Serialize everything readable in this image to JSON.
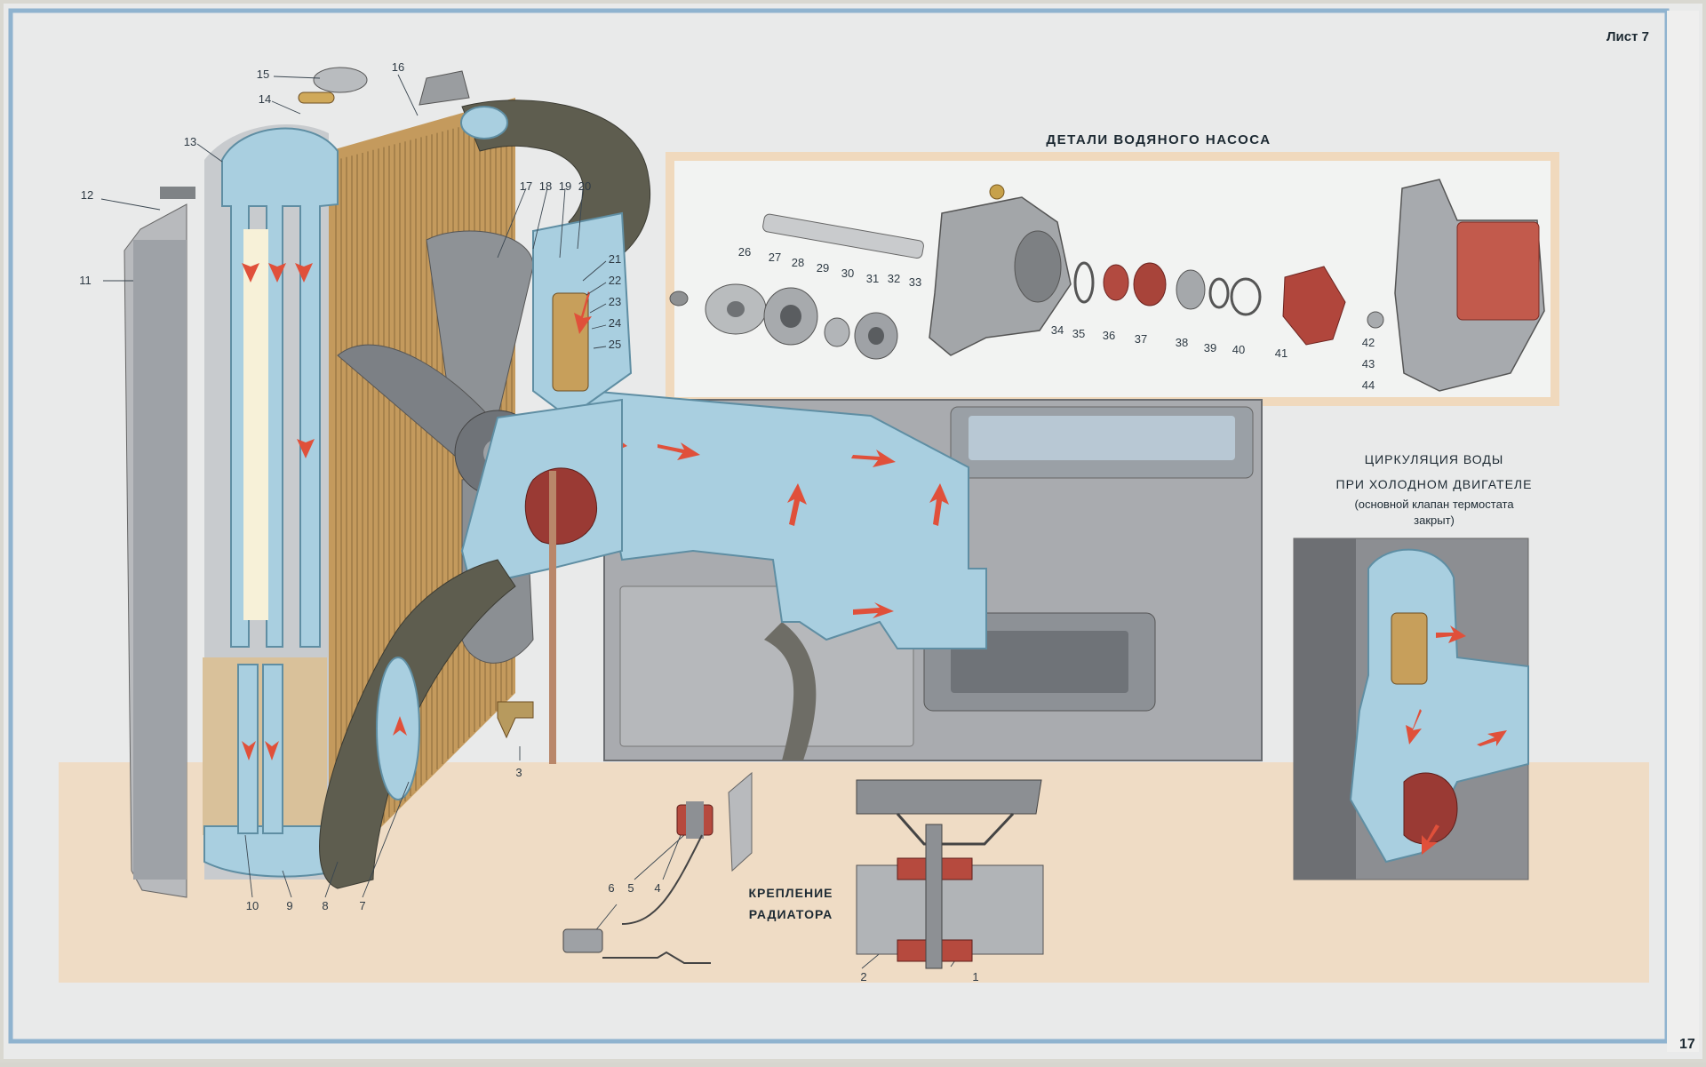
{
  "sheet": {
    "sheet_label": "Лист 7",
    "page_number": "17"
  },
  "pump_parts": {
    "title": "ДЕТАЛИ ВОДЯНОГО НАСОСА",
    "numbers": [
      "26",
      "27",
      "28",
      "29",
      "30",
      "31",
      "32",
      "33",
      "34",
      "35",
      "36",
      "37",
      "38",
      "39",
      "40",
      "41",
      "42",
      "43",
      "44"
    ]
  },
  "radiator_labels": [
    "1",
    "2",
    "3",
    "4",
    "5",
    "6",
    "7",
    "8",
    "9",
    "10",
    "11",
    "12",
    "13",
    "14",
    "15",
    "16",
    "17",
    "18",
    "19",
    "20",
    "21",
    "22",
    "23",
    "24",
    "25"
  ],
  "circulation": {
    "line1": "ЦИРКУЛЯЦИЯ ВОДЫ",
    "line2": "ПРИ ХОЛОДНОМ ДВИГАТЕЛЕ",
    "line3": "(основной клапан термостата",
    "line4": "закрыт)"
  },
  "mounting": {
    "line1": "КРЕПЛЕНИЕ",
    "line2": "РАДИАТОРА"
  },
  "colors": {
    "paper": "#e9eaea",
    "water": "#a9cfe0",
    "beige_band": "#efdcc5",
    "core_brass": "#c49a5d",
    "pump_red": "#b2453e",
    "flow_arrow": "#e0503a",
    "hose": "#5e5d4f",
    "frame_blue": "#8fb3cf"
  }
}
